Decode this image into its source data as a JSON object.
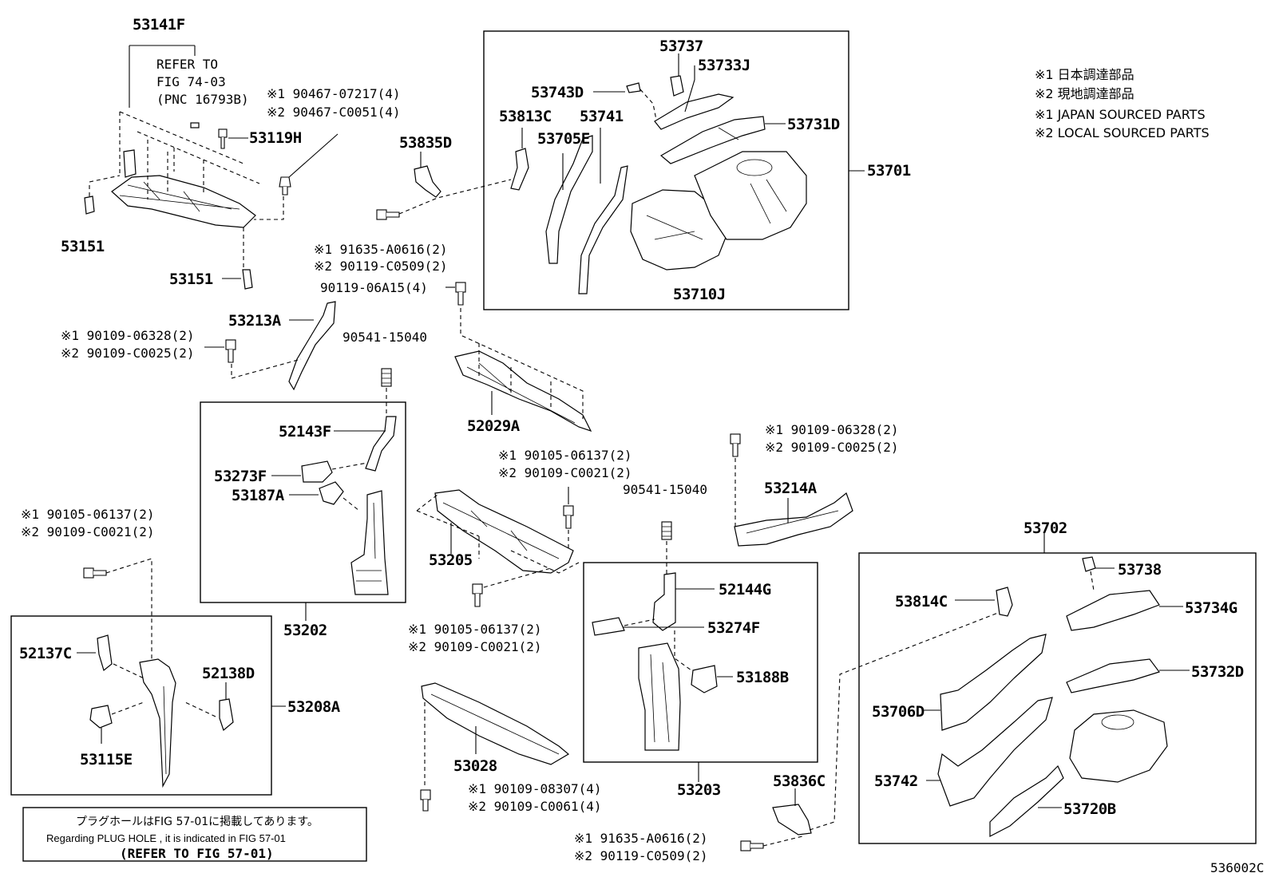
{
  "figure_code": "536002C",
  "legend": {
    "jp1": "※1 日本調達部品",
    "jp2": "※2 現地調達部品",
    "en1": "※1 JAPAN SOURCED PARTS",
    "en2": "※2 LOCAL SOURCED PARTS"
  },
  "notes": {
    "refer_to": "REFER TO",
    "fig_7403": "FIG 74-03",
    "pnc": "(PNC 16793B)",
    "plug_jp": "プラグホールはFIG 57-01に掲載してあります。",
    "plug_en": "Regarding  PLUG  HOLE , it is indicated in FIG  57-01",
    "plug_ref": "(REFER  TO  FIG  57-01)"
  },
  "parts": {
    "p53141F": "53141F",
    "p53119H": "53119H",
    "p53151a": "53151",
    "p53151b": "53151",
    "p53835D": "53835D",
    "p53213A": "53213A",
    "p52029A": "52029A",
    "p52143F": "52143F",
    "p53273F": "53273F",
    "p53187A": "53187A",
    "p53202": "53202",
    "p53205": "53205",
    "p53214A": "53214A",
    "p52144G": "52144G",
    "p53274F": "53274F",
    "p53188B": "53188B",
    "p53203": "53203",
    "p53028": "53028",
    "p53836C": "53836C",
    "p52137C": "52137C",
    "p52138D": "52138D",
    "p53208A": "53208A",
    "p53115E": "53115E",
    "p53737": "53737",
    "p53733J": "53733J",
    "p53743D": "53743D",
    "p53813C": "53813C",
    "p53741": "53741",
    "p53705E": "53705E",
    "p53731D": "53731D",
    "p53701": "53701",
    "p53710J": "53710J",
    "p53702": "53702",
    "p53738": "53738",
    "p53814C": "53814C",
    "p53734G": "53734G",
    "p53732D": "53732D",
    "p53706D": "53706D",
    "p53742": "53742",
    "p53720B": "53720B"
  },
  "fasteners": {
    "f1a": "※1 90467-07217(4)",
    "f1b": "※2 90467-C0051(4)",
    "f2a": "※1 91635-A0616(2)",
    "f2b": "※2 90119-C0509(2)",
    "f3": "90119-06A15(4)",
    "f4a": "※1 90109-06328(2)",
    "f4b": "※2 90109-C0025(2)",
    "f5": "90541-15040",
    "f6a": "※1 90109-06328(2)",
    "f6b": "※2 90109-C0025(2)",
    "f7a": "※1 90105-06137(2)",
    "f7b": "※2 90109-C0021(2)",
    "f8": "90541-15040",
    "f9a": "※1 90105-06137(2)",
    "f9b": "※2 90109-C0021(2)",
    "f10a": "※1 90105-06137(2)",
    "f10b": "※2 90109-C0021(2)",
    "f11a": "※1 90109-08307(4)",
    "f11b": "※2 90109-C0061(4)",
    "f12a": "※1 91635-A0616(2)",
    "f12b": "※2 90119-C0509(2)"
  }
}
